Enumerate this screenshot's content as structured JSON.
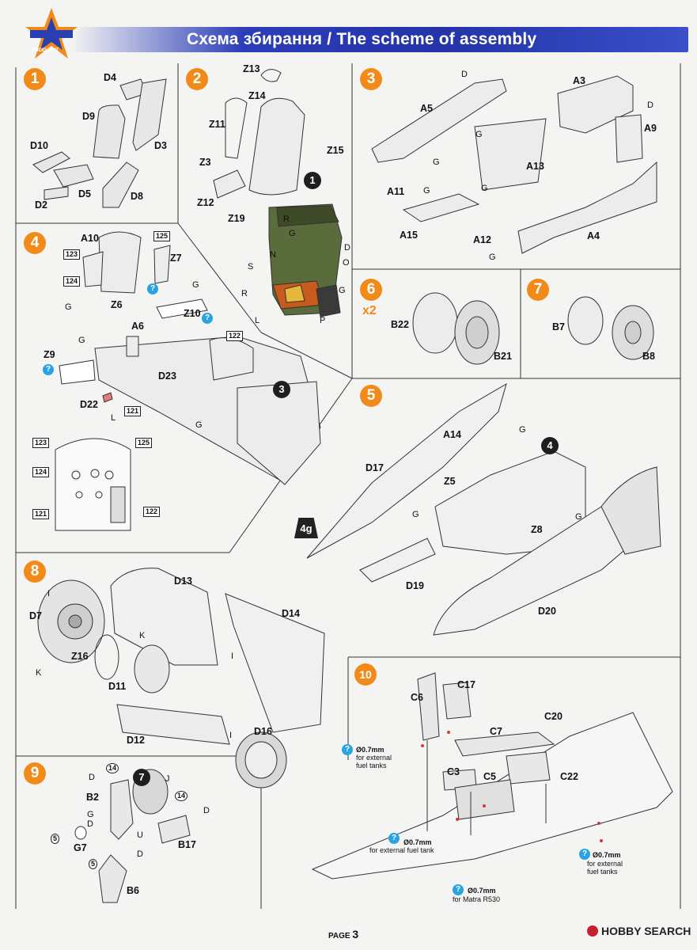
{
  "header": {
    "title": "Схема збирання / The scheme of assembly",
    "logo_text": "MODELSVIT"
  },
  "steps": [
    "1",
    "2",
    "3",
    "4",
    "5",
    "6",
    "7",
    "8",
    "9",
    "10"
  ],
  "multiplier": "x2",
  "weight": "4g",
  "step1": {
    "parts": [
      "D4",
      "D9",
      "D10",
      "D3",
      "D2",
      "D5",
      "D8"
    ]
  },
  "step2": {
    "parts": [
      "Z13",
      "Z14",
      "Z11",
      "Z15",
      "Z3",
      "Z12",
      "Z19"
    ],
    "ref": "1",
    "decals": [
      "R",
      "G",
      "D",
      "O",
      "N",
      "S",
      "R",
      "G",
      "L",
      "P"
    ]
  },
  "step3": {
    "parts": [
      "A3",
      "A5",
      "A9",
      "A13",
      "A11",
      "A15",
      "A12",
      "A4"
    ],
    "decals": [
      "D",
      "D",
      "G",
      "G",
      "G",
      "G",
      "G"
    ]
  },
  "step4": {
    "parts": [
      "A10",
      "Z7",
      "Z6",
      "A6",
      "Z10",
      "Z9",
      "D23",
      "D22"
    ],
    "boxes": [
      "125",
      "123",
      "124",
      "122",
      "121",
      "123",
      "125",
      "124",
      "121",
      "122"
    ],
    "ref": "3",
    "decals": [
      "G",
      "G",
      "G",
      "L",
      "G"
    ]
  },
  "step5": {
    "parts": [
      "A14",
      "D17",
      "Z5",
      "Z8",
      "D19",
      "D20"
    ],
    "ref": "4",
    "decals": [
      "G",
      "G",
      "G"
    ]
  },
  "step6": {
    "parts": [
      "B22",
      "B21"
    ]
  },
  "step7": {
    "parts": [
      "B7",
      "B8"
    ]
  },
  "step8": {
    "parts": [
      "D13",
      "D14",
      "D7",
      "Z16",
      "D11",
      "D12",
      "D16"
    ],
    "decals": [
      "I",
      "K",
      "K",
      "I",
      "I"
    ]
  },
  "step9": {
    "parts": [
      "B2",
      "G7",
      "B17",
      "B6"
    ],
    "ref": "7",
    "boxes": [
      "14",
      "14",
      "5",
      "5"
    ],
    "decals": [
      "D",
      "J",
      "D",
      "G",
      "D",
      "U",
      "D"
    ]
  },
  "step10": {
    "parts": [
      "C17",
      "C6",
      "C20",
      "C7",
      "C3",
      "C5",
      "C22"
    ],
    "notes": [
      {
        "size": "Ø0.7mm",
        "text1": "for external",
        "text2": "fuel tanks"
      },
      {
        "size": "Ø0.7mm",
        "text1": "for external fuel tank",
        "text2": ""
      },
      {
        "size": "Ø0.7mm",
        "text1": "for external",
        "text2": "fuel tanks"
      },
      {
        "size": "Ø0.7mm",
        "text1": "for Matra R530",
        "text2": ""
      }
    ]
  },
  "footer": {
    "page_label": "PAGE",
    "page_number": "3",
    "watermark": "HOBBY SEARCH"
  },
  "colors": {
    "accent": "#f28a1a",
    "header_blue": "#2434a8",
    "info_blue": "#2aa4e0"
  }
}
